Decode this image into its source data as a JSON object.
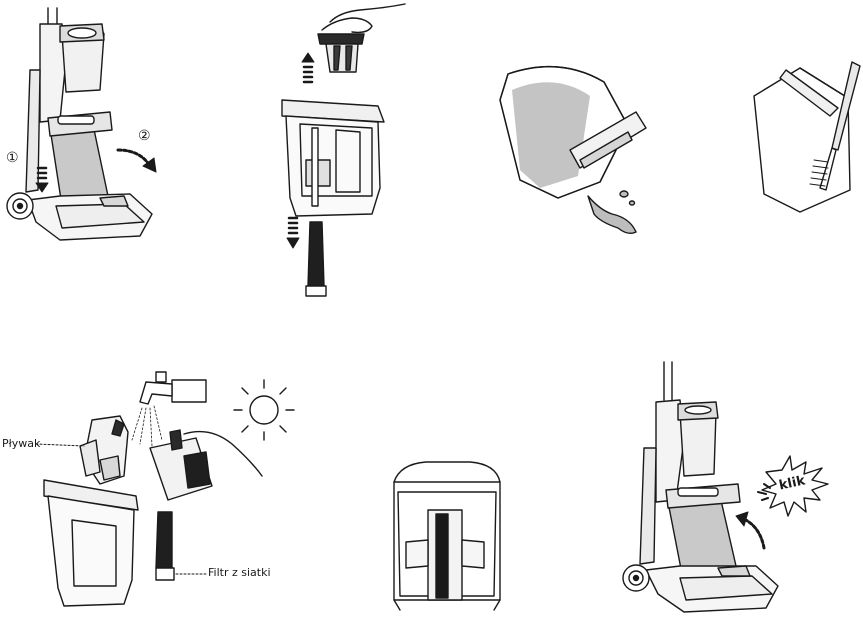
{
  "labels": {
    "step1": "①",
    "step2": "②",
    "float": "Pływak",
    "mesh_filter": "Filtr z siatki",
    "click": "klik"
  },
  "colors": {
    "line": "#1a1a1a",
    "shade": "#c9c9c9",
    "light_shade": "#e6e6e6",
    "water": "#bdbdbd"
  }
}
